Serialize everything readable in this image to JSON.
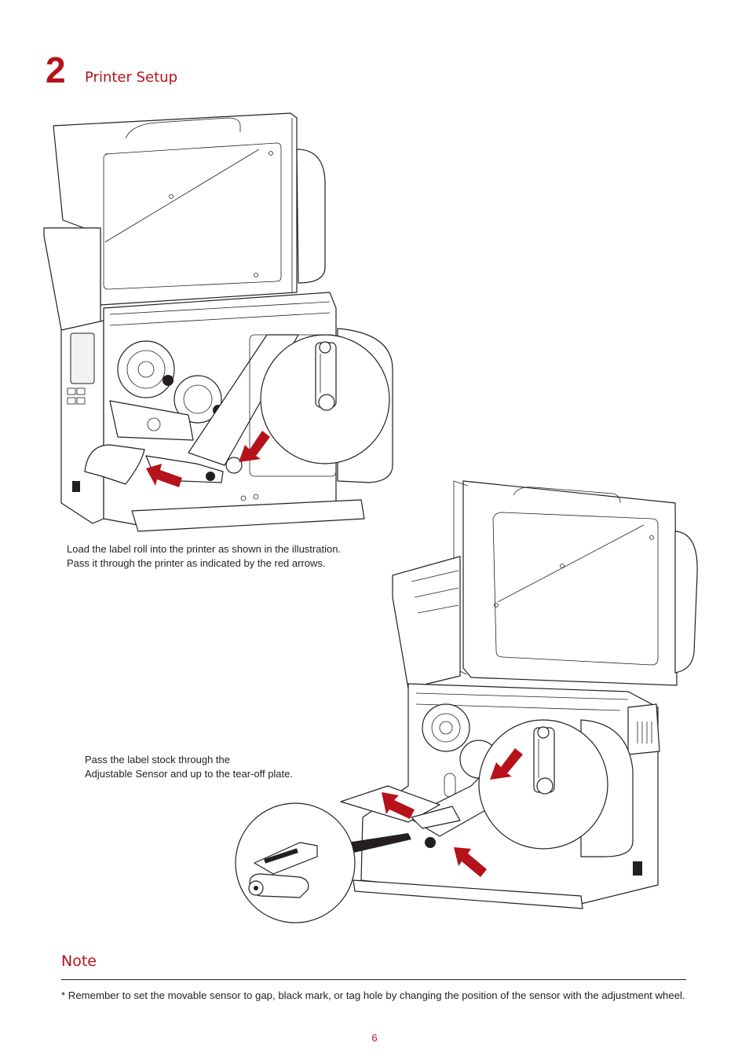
{
  "section": {
    "number": "2",
    "title": "Printer Setup"
  },
  "step1": {
    "caption_line1": "Load the label roll into the printer as shown in the illustration.",
    "caption_line2": "Pass it through the printer as indicated by the red arrows."
  },
  "step2": {
    "caption_line1": "Pass the label stock through the",
    "caption_line2": "Adjustable Sensor and up to the tear-off plate."
  },
  "note": {
    "title": "Note",
    "text": "* Remember to set the movable sensor to gap, black mark, or tag hole by changing the position of the sensor with the adjustment wheel."
  },
  "page_number": "6",
  "colors": {
    "accent": "#b5121b",
    "text": "#231f20",
    "line": "#231f20"
  }
}
